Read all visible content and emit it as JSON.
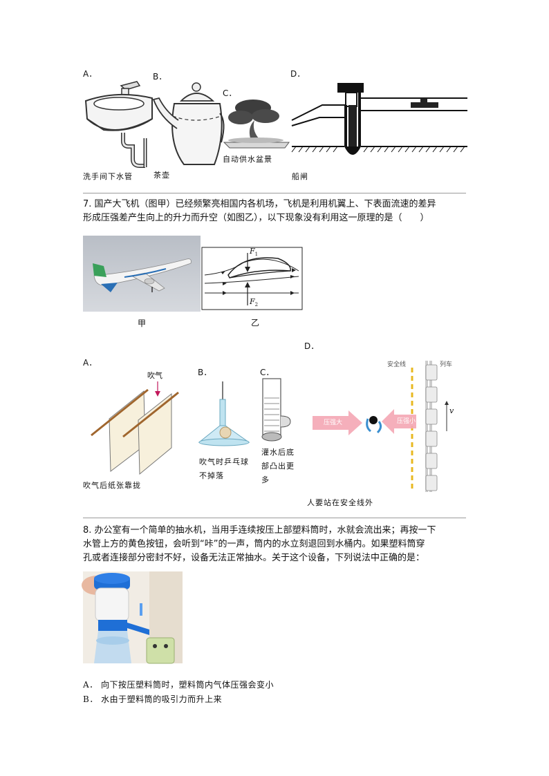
{
  "q6": {
    "options": [
      {
        "letter": "A．",
        "caption": "洗手间下水管"
      },
      {
        "letter": "B．",
        "caption": "茶壶"
      },
      {
        "letter": "C．",
        "caption": "自动供水盆景"
      },
      {
        "letter": "D．",
        "caption": "船闸"
      }
    ]
  },
  "q7": {
    "line1": "7. 国产大飞机（图甲）已经频繁亮相国内各机场，飞机是利用机翼上、下表面流速的差异",
    "line2": "形成压强差产生向上的升力而升空（如图乙），以下现象没有利用这一原理的是（　　）",
    "fig_jia": "甲",
    "fig_yi": "乙",
    "f1": "F",
    "f1_sub": "1",
    "f2": "F",
    "f2_sub": "2",
    "options": {
      "a_letter": "A．",
      "a_label": "吹气",
      "a_caption": "吹气后纸张靠拢",
      "b_letter": "B．",
      "b_caption_1": "吹气时乒乓球",
      "b_caption_2": "不掉落",
      "c_letter": "C．",
      "c_caption_1": "灌水后底",
      "c_caption_2": "部凸出更",
      "c_caption_3": "多",
      "d_letter": "D．",
      "d_safety": "安全线",
      "d_train": "列车",
      "d_high": "压强大",
      "d_low": "压强小",
      "d_v": "v",
      "d_caption": "人要站在安全线外"
    }
  },
  "q8": {
    "line1": "8. 办公室有一个简单的抽水机，当用手连续按压上部塑料筒时，水就会流出来；再按一下",
    "line2": "水管上方的黄色按钮，会听到“咔”的一声，筒内的水立刻退回到水桶内。如果塑料筒穿",
    "line3": "孔或者连接部分密封不好，设备无法正常抽水。关于这个设备，下列说法中正确的是：",
    "option_a": "A． 向下按压塑料筒时，塑料筒内气体压强会变小",
    "option_b": "B． 水由于塑料筒的吸引力而升上来"
  },
  "colors": {
    "arrow_pink": "#f4a6b4",
    "safety_yellow": "#e8b820",
    "c919_green": "#3aa05a",
    "pump_blue": "#1f6fd6"
  }
}
